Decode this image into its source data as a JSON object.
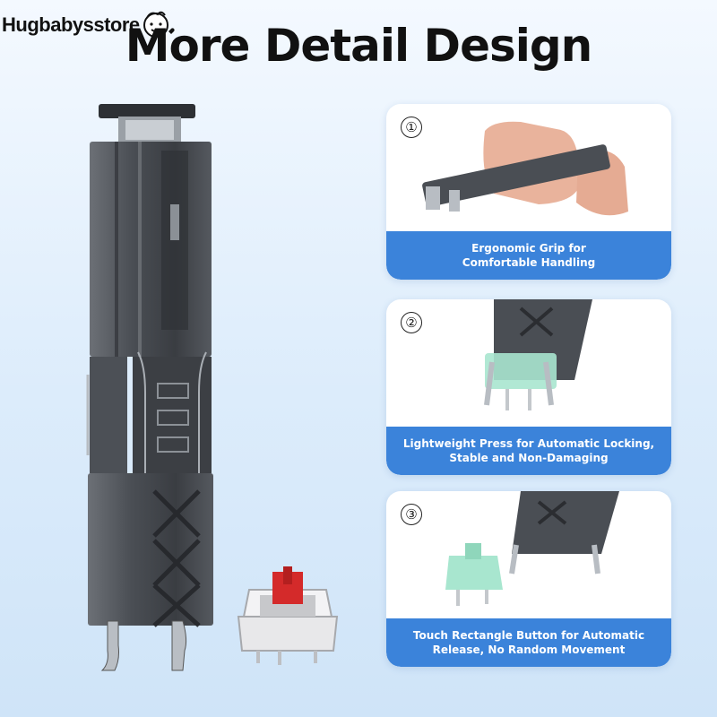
{
  "store_name": "Hugbabysstore",
  "title": "More Detail Design",
  "features": [
    {
      "number": "①",
      "line1": "Ergonomic Grip for",
      "line2": "Comfortable Handling"
    },
    {
      "number": "②",
      "line1": "Lightweight Press for Automatic Locking,",
      "line2": "Stable and Non-Damaging"
    },
    {
      "number": "③",
      "line1": "Touch Rectangle Button for Automatic",
      "line2": "Release, No Random Movement"
    }
  ],
  "colors": {
    "caption_bg": "#3b83da",
    "tool_body": "#3e4247",
    "switch_stem": "#d42a2a",
    "mint_switch": "#a8e6cf"
  }
}
